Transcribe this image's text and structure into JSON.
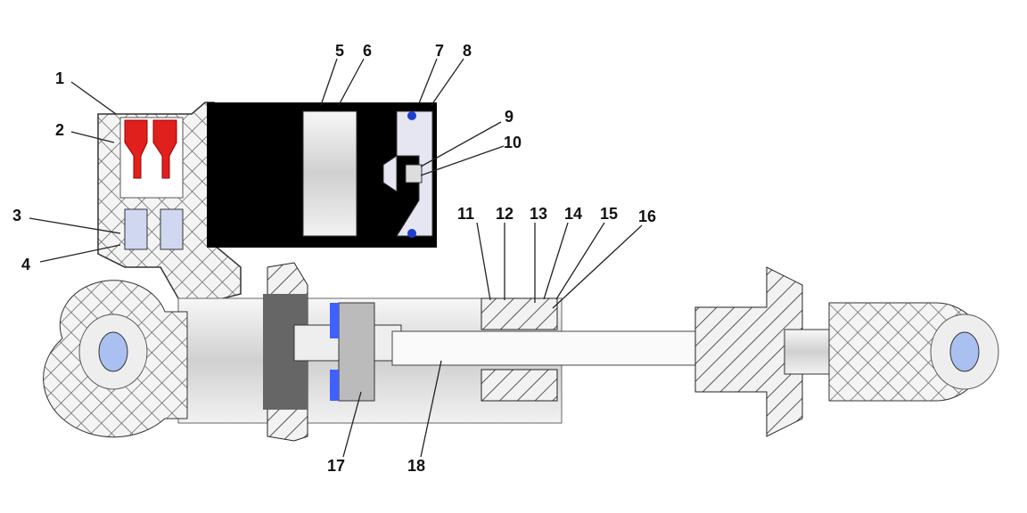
{
  "diagram": {
    "colors": {
      "reservoir": "#000000",
      "valve_red": "#e0201c",
      "seal_blue": "#1e3fd0",
      "hatch": "#444444",
      "metal": "#dcdcdc"
    },
    "callouts": [
      {
        "label": "1"
      },
      {
        "label": "2"
      },
      {
        "label": "3"
      },
      {
        "label": "4"
      },
      {
        "label": "5"
      },
      {
        "label": "6"
      },
      {
        "label": "7"
      },
      {
        "label": "8"
      },
      {
        "label": "9"
      },
      {
        "label": "10"
      },
      {
        "label": "11"
      },
      {
        "label": "12"
      },
      {
        "label": "13"
      },
      {
        "label": "14"
      },
      {
        "label": "15"
      },
      {
        "label": "16"
      },
      {
        "label": "17"
      },
      {
        "label": "18"
      }
    ]
  }
}
